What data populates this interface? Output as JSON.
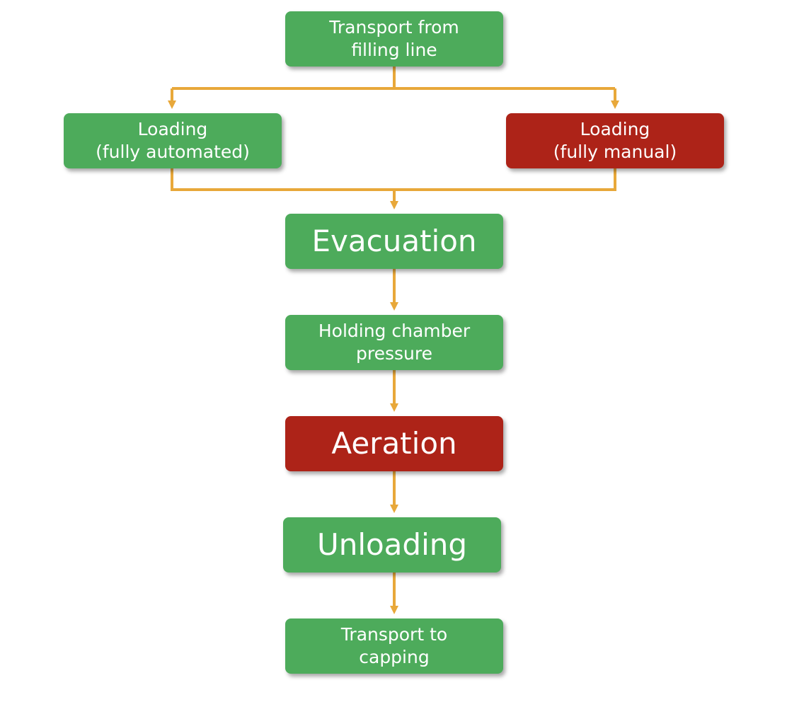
{
  "colors": {
    "green": "#4dab5b",
    "red": "#ad2318",
    "connector": "#e8a83a"
  },
  "nodes": {
    "transport_from_filling": {
      "label": "Transport from\nfilling line",
      "color": "green"
    },
    "loading_automated": {
      "label": "Loading\n(fully automated)",
      "color": "green"
    },
    "loading_manual": {
      "label": "Loading\n(fully manual)",
      "color": "red"
    },
    "evacuation": {
      "label": "Evacuation",
      "color": "green"
    },
    "holding_pressure": {
      "label": "Holding chamber\npressure",
      "color": "green"
    },
    "aeration": {
      "label": "Aeration",
      "color": "red"
    },
    "unloading": {
      "label": "Unloading",
      "color": "green"
    },
    "transport_to_capping": {
      "label": "Transport to\ncapping",
      "color": "green"
    }
  }
}
